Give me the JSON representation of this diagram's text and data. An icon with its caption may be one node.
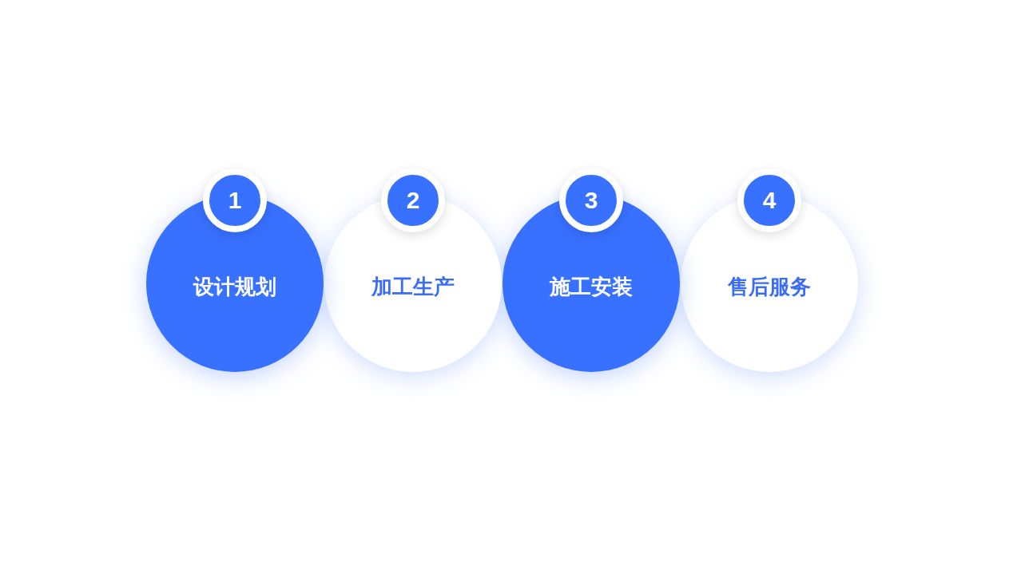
{
  "diagram": {
    "nodes": [
      {
        "text": [
          "1",
          "设计规划"
        ]
      },
      {
        "text": [
          "2",
          "加工生产"
        ]
      },
      {
        "text": [
          "3",
          "施工安装"
        ]
      },
      {
        "text": [
          "4",
          "售后服务"
        ]
      }
    ]
  }
}
